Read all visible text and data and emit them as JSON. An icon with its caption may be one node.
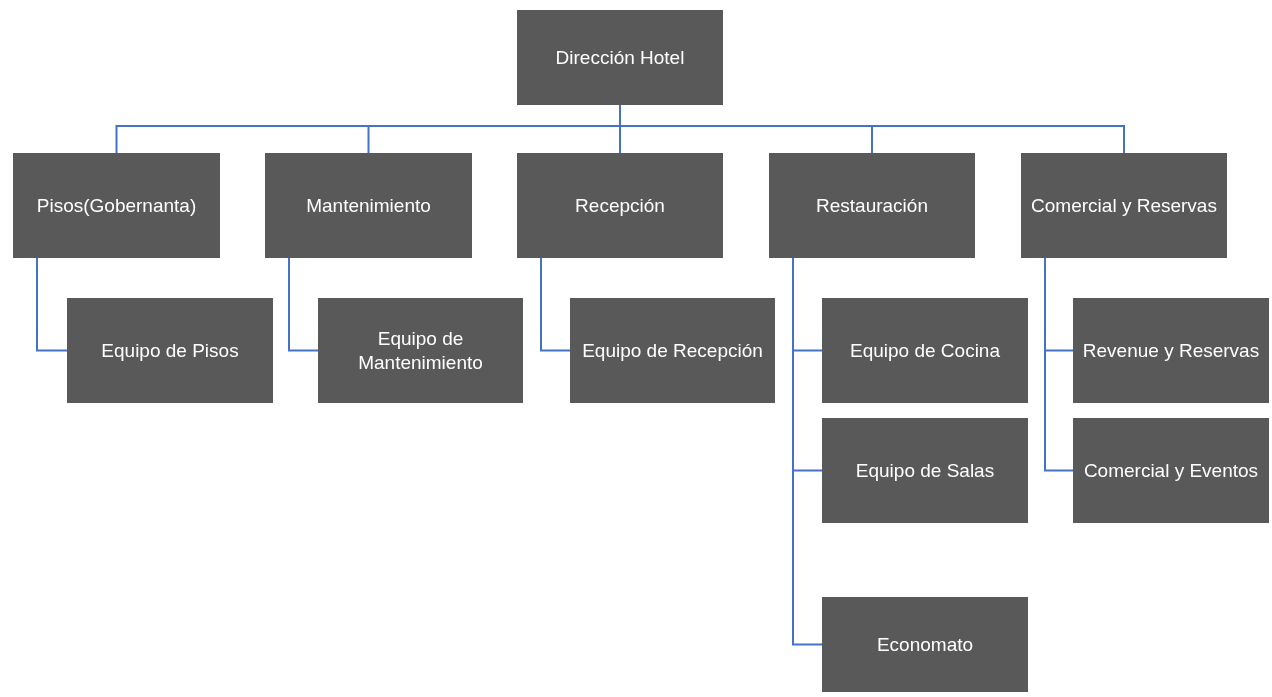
{
  "diagram": {
    "nodes": [
      {
        "text": [
          "Dirección Hotel"
        ]
      },
      {
        "text": [
          "Pisos(Gobernanta)"
        ]
      },
      {
        "text": [
          "Mantenimiento"
        ]
      },
      {
        "text": [
          "Recepción"
        ]
      },
      {
        "text": [
          "Restauración"
        ]
      },
      {
        "text": [
          "Comercial y Reservas"
        ]
      },
      {
        "text": [
          "Equipo de Pisos"
        ]
      },
      {
        "text": [
          "Equipo de Mantenimiento"
        ]
      },
      {
        "text": [
          "Equipo de Recepción"
        ]
      },
      {
        "text": [
          "Equipo de Cocina"
        ]
      },
      {
        "text": [
          "Equipo de Salas"
        ]
      },
      {
        "text": [
          "Economato"
        ]
      },
      {
        "text": [
          "Revenue y Reservas"
        ]
      },
      {
        "text": [
          "Comercial y Eventos"
        ]
      }
    ],
    "edges": [
      {
        "from": 0,
        "to": 1,
        "arrow": "none"
      },
      {
        "from": 0,
        "to": 2,
        "arrow": "none"
      },
      {
        "from": 0,
        "to": 3,
        "arrow": "none"
      },
      {
        "from": 0,
        "to": 4,
        "arrow": "none"
      },
      {
        "from": 0,
        "to": 5,
        "arrow": "none"
      },
      {
        "from": 1,
        "to": 6,
        "arrow": "none"
      },
      {
        "from": 2,
        "to": 7,
        "arrow": "none"
      },
      {
        "from": 3,
        "to": 8,
        "arrow": "none"
      },
      {
        "from": 4,
        "to": 9,
        "arrow": "none"
      },
      {
        "from": 4,
        "to": 10,
        "arrow": "none"
      },
      {
        "from": 4,
        "to": 11,
        "arrow": "none"
      },
      {
        "from": 5,
        "to": 12,
        "arrow": "none"
      },
      {
        "from": 5,
        "to": 13,
        "arrow": "none"
      }
    ]
  }
}
